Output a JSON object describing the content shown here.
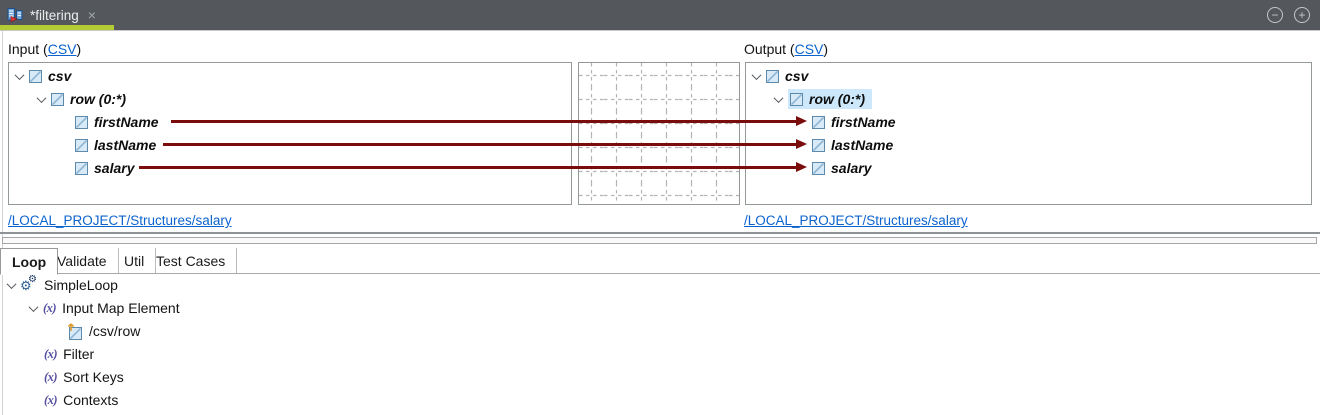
{
  "colors": {
    "tabbar_bg": "#54585c",
    "tab_accent_green": "#b3cc33",
    "map_line_red": "#7a0c0c",
    "link_blue": "#0c63ce",
    "selection_blue": "#cde8fb"
  },
  "editor": {
    "tab_title": "*filtering",
    "close_glyph": "×",
    "minimize_glyph": "−",
    "maximize_glyph": "+"
  },
  "input": {
    "header_prefix": "Input (",
    "header_link": "CSV",
    "header_suffix": ")",
    "tree": {
      "root": "csv",
      "loop_row": "row (0:*)",
      "fields": [
        "firstName",
        "lastName",
        "salary"
      ]
    },
    "structure_link": "/LOCAL_PROJECT/Structures/salary"
  },
  "output": {
    "header_prefix": "Output (",
    "header_link": "CSV",
    "header_suffix": ")",
    "tree": {
      "root": "csv",
      "loop_row": "row (0:*)",
      "fields": [
        "firstName",
        "lastName",
        "salary"
      ]
    },
    "structure_link": "/LOCAL_PROJECT/Structures/salary"
  },
  "mappings": [
    {
      "from": "firstName",
      "to": "firstName"
    },
    {
      "from": "lastName",
      "to": "lastName"
    },
    {
      "from": "salary",
      "to": "salary"
    }
  ],
  "bottom": {
    "tabs": [
      {
        "label": "Loop",
        "active": true
      },
      {
        "label": "Validate",
        "active": false
      },
      {
        "label": "Util",
        "active": false
      },
      {
        "label": "Test Cases",
        "active": false
      }
    ],
    "loop_tree": {
      "root": "SimpleLoop",
      "input_map_element": "Input Map Element",
      "input_map_path": "/csv/row",
      "filter": "Filter",
      "sort_keys": "Sort Keys",
      "contexts": "Contexts",
      "fx_glyph": "(x)",
      "gear_glyph": "⚙"
    }
  }
}
